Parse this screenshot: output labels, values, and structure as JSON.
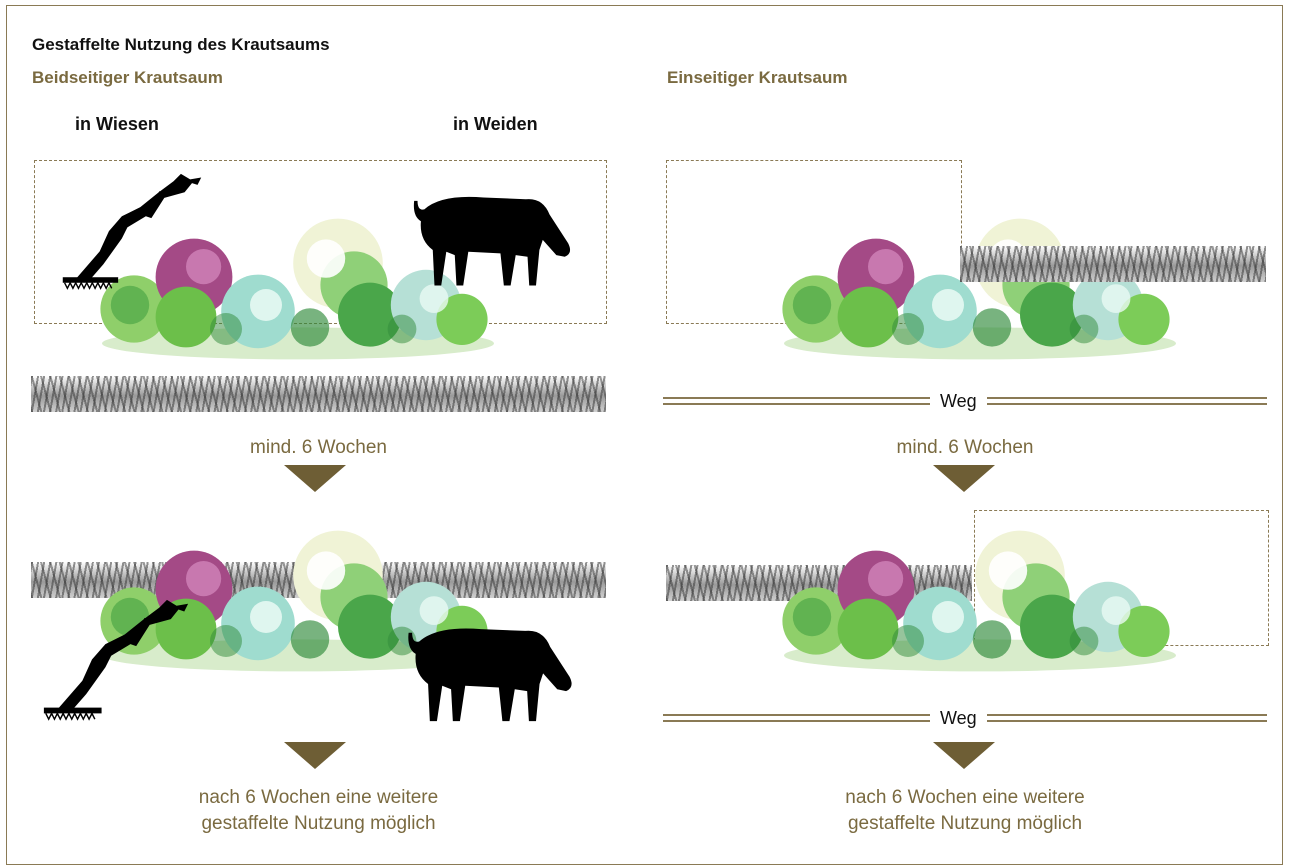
{
  "title": "Gestaffelte Nutzung des Krautsaums",
  "left": {
    "heading": "Beidseitiger Krautsaum",
    "label_meadow": "in Wiesen",
    "label_pasture": "in Weiden",
    "caption_interval": "mind. 6 Wochen",
    "caption_after_line1": "nach 6 Wochen eine weitere",
    "caption_after_line2": "gestaffelte Nutzung möglich"
  },
  "right": {
    "heading": "Einseitiger Krautsaum",
    "path_label_top": "Weg",
    "path_label_bottom": "Weg",
    "caption_interval": "mind. 6 Wochen",
    "caption_after_line1": "nach 6 Wochen eine weitere",
    "caption_after_line2": "gestaffelte Nutzung möglich"
  },
  "colors": {
    "accent": "#7a6a40",
    "arrow": "#6e5e35",
    "border": "#8a7a55"
  },
  "icons": [
    "mower-icon",
    "cow-icon",
    "herb-fringe-illustration",
    "grass-strip"
  ]
}
